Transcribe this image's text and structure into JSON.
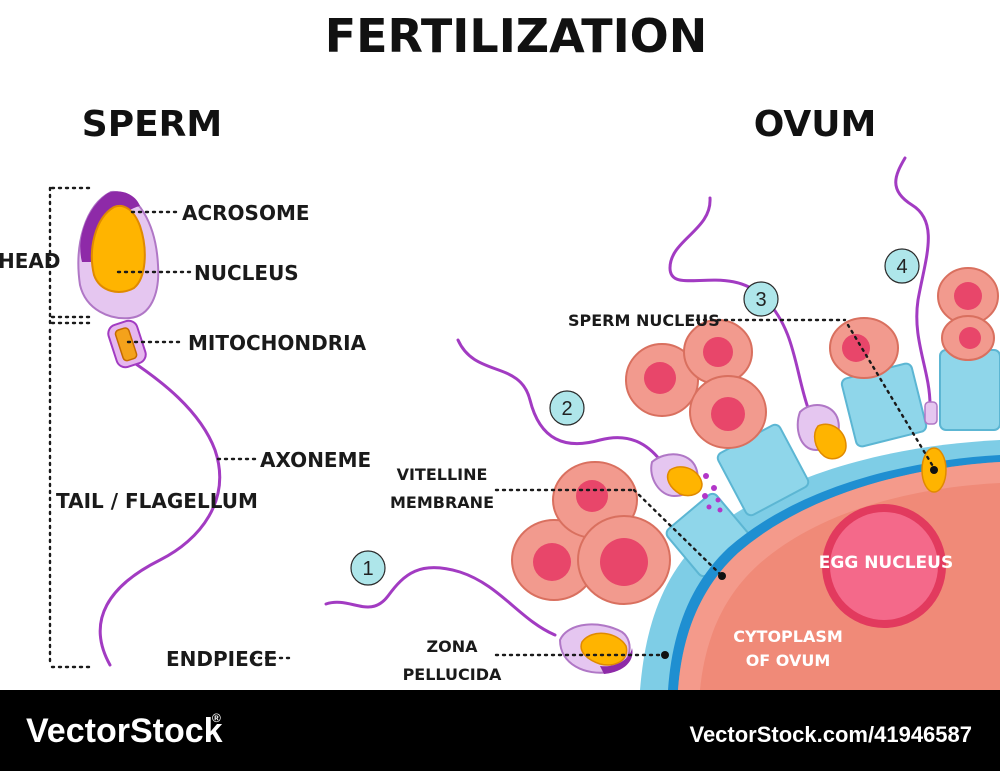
{
  "title": "FERTILIZATION",
  "sperm": {
    "heading": "SPERM",
    "labels": {
      "acrosome": "ACROSOME",
      "nucleus": "NUCLEUS",
      "mitochondria": "MITOCHONDRIA",
      "axoneme": "AXONEME",
      "head": "HEAD",
      "tail": "TAIL / FLAGELLUM",
      "endpiece": "ENDPIECE"
    }
  },
  "ovum": {
    "heading": "OVUM",
    "labels": {
      "sperm_nucleus": "SPERM NUCLEUS",
      "vitelline_1": "VITELLINE",
      "vitelline_2": "MEMBRANE",
      "zona_1": "ZONA",
      "zona_2": "PELLUCIDA",
      "egg_nucleus": "EGG NUCLEUS",
      "cytoplasm_1": "CYTOPLASM",
      "cytoplasm_2": "OF OVUM"
    },
    "steps": [
      "1",
      "2",
      "3",
      "4"
    ]
  },
  "watermark": {
    "brand": "VectorStock",
    "registered": "®",
    "url": "VectorStock.com/41946587"
  },
  "colors": {
    "tail": "#a23bc2",
    "acrosome": "#8e2aa8",
    "nucleus": "#ffb400",
    "corona_cell": "#f29a8e",
    "zona": "#8fd6ea",
    "cytoplasm": "#f08a78",
    "egg_nucleus": "#e8466a",
    "step_circle": "#aee6ea",
    "footer": "#000000"
  }
}
